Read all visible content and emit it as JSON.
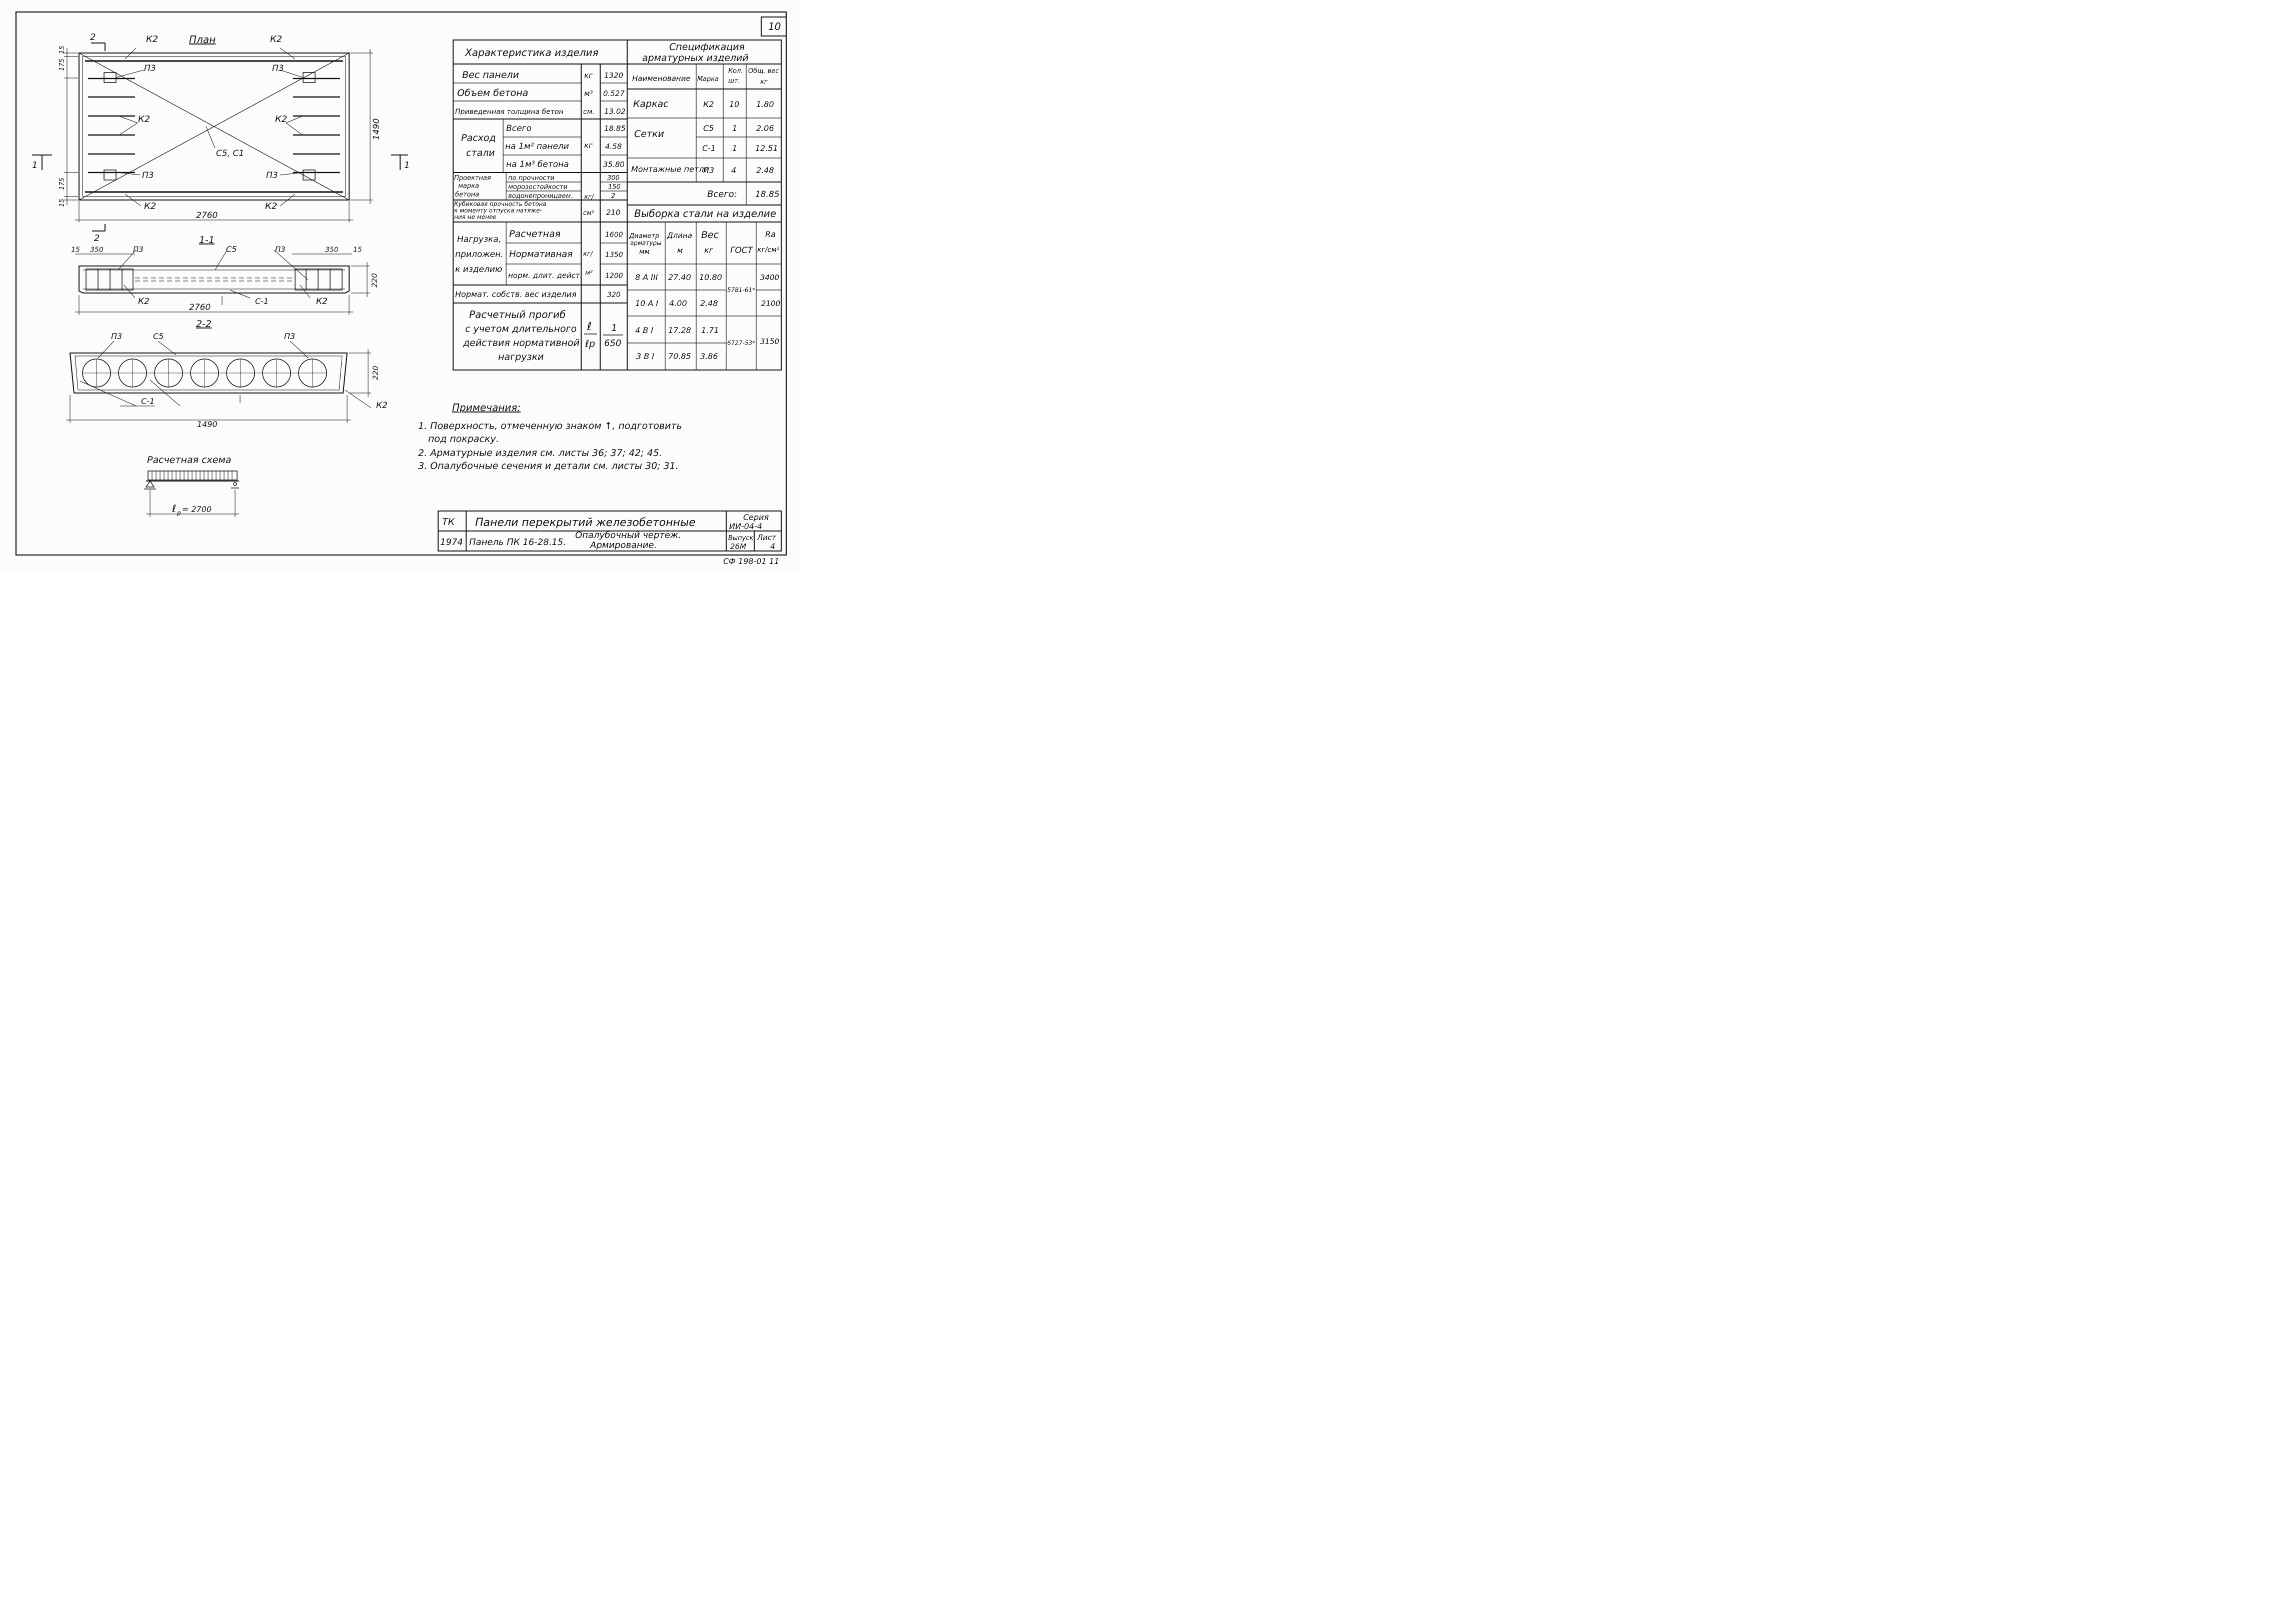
{
  "sheet_number": "10",
  "plan": {
    "title": "План",
    "labels": {
      "k2": "К2",
      "p3": "П3",
      "c5c1": "С5, С1",
      "cut2": "2",
      "cut1": "1",
      "w2760": "2760",
      "h1490": "1490",
      "d15": "15",
      "d175": "175"
    }
  },
  "section_1_1": {
    "title": "1-1",
    "labels": {
      "d15": "15",
      "d350": "350",
      "p3": "П3",
      "c5": "С5",
      "k2": "К2",
      "c1": "С-1",
      "w2760": "2760",
      "h220": "220"
    }
  },
  "section_2_2": {
    "title": "2-2",
    "labels": {
      "p3": "П3",
      "c5": "С5",
      "c1": "С-1",
      "k2": "К2",
      "w1490": "1490",
      "h220": "220"
    }
  },
  "calc_scheme": {
    "title": "Расчетная схема",
    "span": "ℓ",
    "span_sub": "р",
    "span_value": "= 2700"
  },
  "characteristics": {
    "header": "Характеристика изделия",
    "rows": [
      {
        "name": "Вес панели",
        "unit": "кг",
        "value": "1320"
      },
      {
        "name": "Объем бетона",
        "unit": "м³",
        "value": "0.527"
      },
      {
        "name": "Приведенная толщина бетон",
        "unit": "см.",
        "value": "13.02"
      }
    ],
    "steel": {
      "label1": "Расход",
      "label2": "стали",
      "unit": "кг",
      "rows": [
        {
          "name": "Всего",
          "value": "18.85"
        },
        {
          "name": "на 1м² панели",
          "value": "4.58"
        },
        {
          "name": "на 1м³ бетона",
          "value": "35.80"
        }
      ]
    },
    "grade": {
      "label1": "Проектная",
      "label2": "марка",
      "label3": "бетона",
      "unit": "кг/",
      "rows": [
        {
          "name": "по прочности",
          "value": "300"
        },
        {
          "name": "морозостойкости",
          "value": "150"
        },
        {
          "name": "водонепроницаем.",
          "value": "2"
        }
      ]
    },
    "cube": {
      "line1": "Кубиковая прочность бетона",
      "line2": "к моменту отпуска натяже-",
      "line3": "ния не менее",
      "unit": "см²",
      "value": "210"
    },
    "load": {
      "label1": "Нагрузка,",
      "label2": "приложен.",
      "label3": "к изделию",
      "unit1": "кг/",
      "unit2": "м²",
      "rows": [
        {
          "name": "Расчетная",
          "value": "1600"
        },
        {
          "name": "Нормативная",
          "value": "1350"
        },
        {
          "name": "норм. длит. дейст.",
          "value": "1200"
        }
      ]
    },
    "self_weight": {
      "name": "Нормат. собств. вес изделия",
      "value": "320"
    },
    "deflection": {
      "line1": "Расчетный прогиб",
      "line2": "с учетом длительного",
      "line3": "действия нормативной",
      "line4": "нагрузки",
      "unit_top": "ℓ",
      "unit_bottom": "ℓр",
      "value_top": "1",
      "value_bottom": "650"
    }
  },
  "specification": {
    "header1": "Спецификация",
    "header2": "арматурных изделий",
    "columns": {
      "name": "Наименование",
      "mark": "Марка",
      "qty1": "Кол.",
      "qty2": "шт.",
      "weight1": "Общ. вес",
      "weight2": "кг"
    },
    "rows": [
      {
        "name": "Каркас",
        "mark": "К2",
        "qty": "10",
        "weight": "1.80"
      },
      {
        "name": "Сетки",
        "mark": "С5",
        "qty": "1",
        "weight": "2.06"
      },
      {
        "name": "",
        "mark": "С-1",
        "qty": "1",
        "weight": "12.51"
      },
      {
        "name": "Монтажные петли",
        "mark": "П3",
        "qty": "4",
        "weight": "2.48"
      }
    ],
    "total_label": "Всего:",
    "total_value": "18.85"
  },
  "steel_selection": {
    "header": "Выборка стали на изделие",
    "columns": {
      "diam1": "Диаметр",
      "diam2": "арматуры",
      "diam3": "мм",
      "length1": "Длина",
      "length2": "м",
      "weight1": "Вес",
      "weight2": "кг",
      "gost": "ГОСТ",
      "ra1": "Ra",
      "ra2": "кг/см²"
    },
    "rows": [
      {
        "diameter": "8 А III",
        "length": "27.40",
        "weight": "10.80",
        "ra": "3400"
      },
      {
        "diameter": "10 А I",
        "length": "4.00",
        "weight": "2.48",
        "ra": "2100"
      },
      {
        "diameter": "4 В I",
        "length": "17.28",
        "weight": "1.71",
        "ra": "3150"
      },
      {
        "diameter": "3 В I",
        "length": "70.85",
        "weight": "3.86",
        "ra": ""
      }
    ],
    "gost_values": [
      "5781-61*",
      "6727-53*"
    ]
  },
  "notes": {
    "title": "Примечания:",
    "items": [
      "1. Поверхность, отмеченную знаком ↑, подготовить",
      "под покраску.",
      "2. Арматурные изделия см. листы 36; 37; 42; 45.",
      "3. Опалубочные сечения и детали см. листы 30; 31."
    ]
  },
  "title_block": {
    "tk": "ТК",
    "year": "1974",
    "title": "Панели перекрытий железобетонные",
    "panel": "Панель ПК 16-28.15.",
    "drawing_line1": "Опалубочный чертеж.",
    "drawing_line2": "Армирование.",
    "series_label": "Серия",
    "series_value": "ИИ-04-4",
    "issue_label": "Выпуск",
    "issue_value": "26М",
    "sheet_label": "Лист",
    "sheet_value": "4"
  },
  "archive_code": "СФ 198-01  11"
}
